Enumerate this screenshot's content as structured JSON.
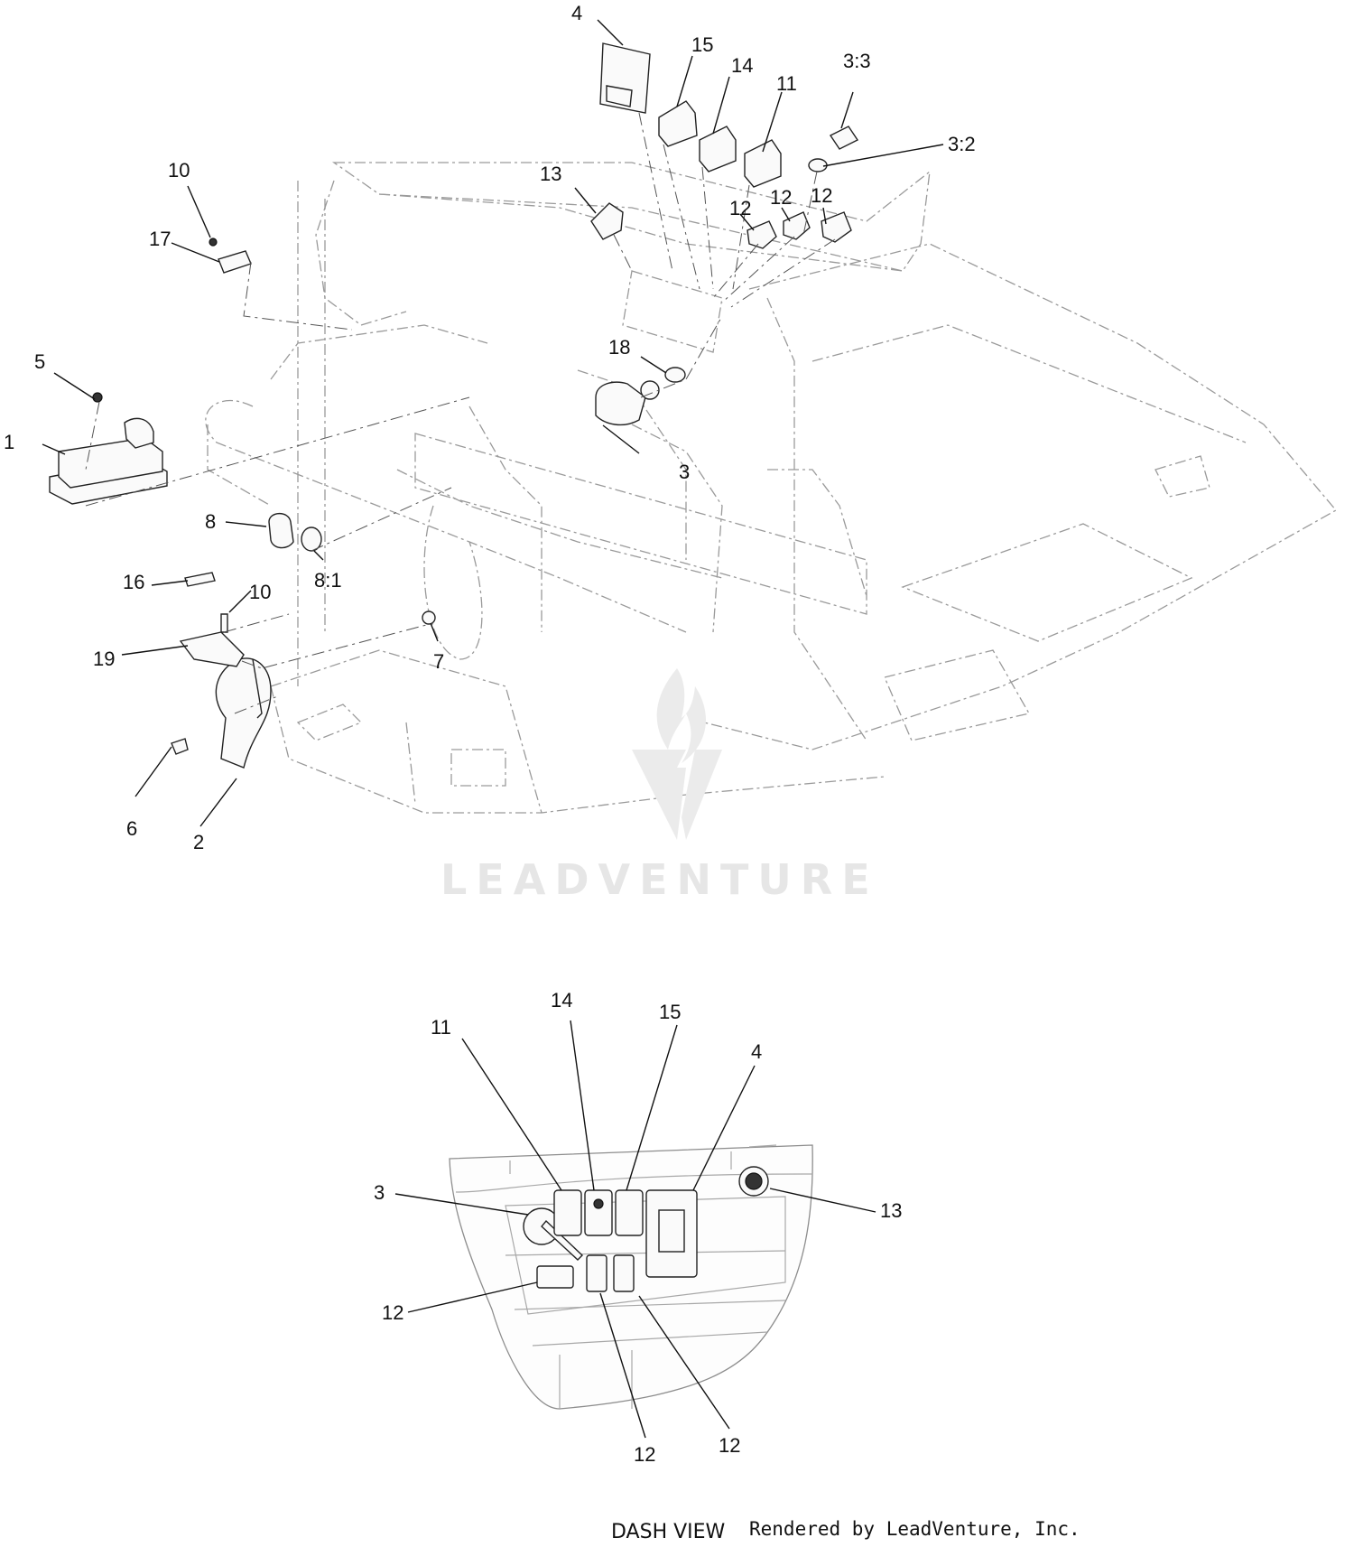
{
  "main_view": {
    "callouts": {
      "c1": "1",
      "c2": "2",
      "c3": "3",
      "c3_2": "3:2",
      "c3_3": "3:3",
      "c4": "4",
      "c5": "5",
      "c6": "6",
      "c7": "7",
      "c8": "8",
      "c8_1": "8:1",
      "c10a": "10",
      "c10b": "10",
      "c11": "11",
      "c12a": "12",
      "c12b": "12",
      "c12c": "12",
      "c13": "13",
      "c14": "14",
      "c15": "15",
      "c16": "16",
      "c17": "17",
      "c18": "18",
      "c19": "19"
    }
  },
  "dash_view": {
    "callouts": {
      "c3": "3",
      "c4": "4",
      "c11": "11",
      "c12a": "12",
      "c12b": "12",
      "c12c": "12",
      "c13": "13",
      "c14": "14",
      "c15": "15"
    },
    "title": "DASH VIEW"
  },
  "watermark": {
    "text": "LEADVENTURE"
  },
  "footer": {
    "credit": "Rendered by LeadVenture, Inc."
  }
}
